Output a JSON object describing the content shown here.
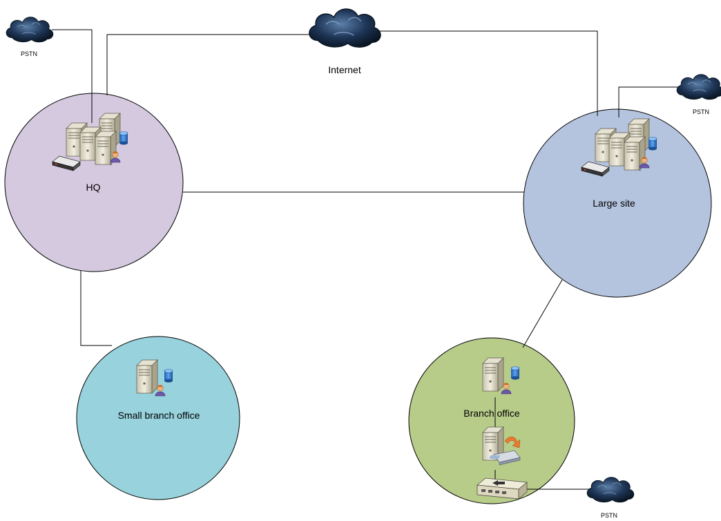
{
  "sites": {
    "hq": {
      "label": "HQ",
      "color": "#d4c9df"
    },
    "large": {
      "label": "Large site",
      "color": "#b4c4de"
    },
    "small": {
      "label": "Small branch office",
      "color": "#97d2dd"
    },
    "branch": {
      "label": "Branch office",
      "color": "#b8cc8a"
    }
  },
  "clouds": {
    "internet": {
      "label": "Internet"
    },
    "pstn_hq": {
      "label": "PSTN"
    },
    "pstn_large": {
      "label": "PSTN"
    },
    "pstn_branch": {
      "label": "PSTN"
    }
  },
  "icons": {
    "cloud": "cloud-icon",
    "server": "server-icon",
    "server_cluster": "server-cluster-icon",
    "router": "router-icon",
    "database": "database-icon",
    "user": "user-icon",
    "fax_server": "fax-server-icon",
    "switch": "switch-icon"
  }
}
